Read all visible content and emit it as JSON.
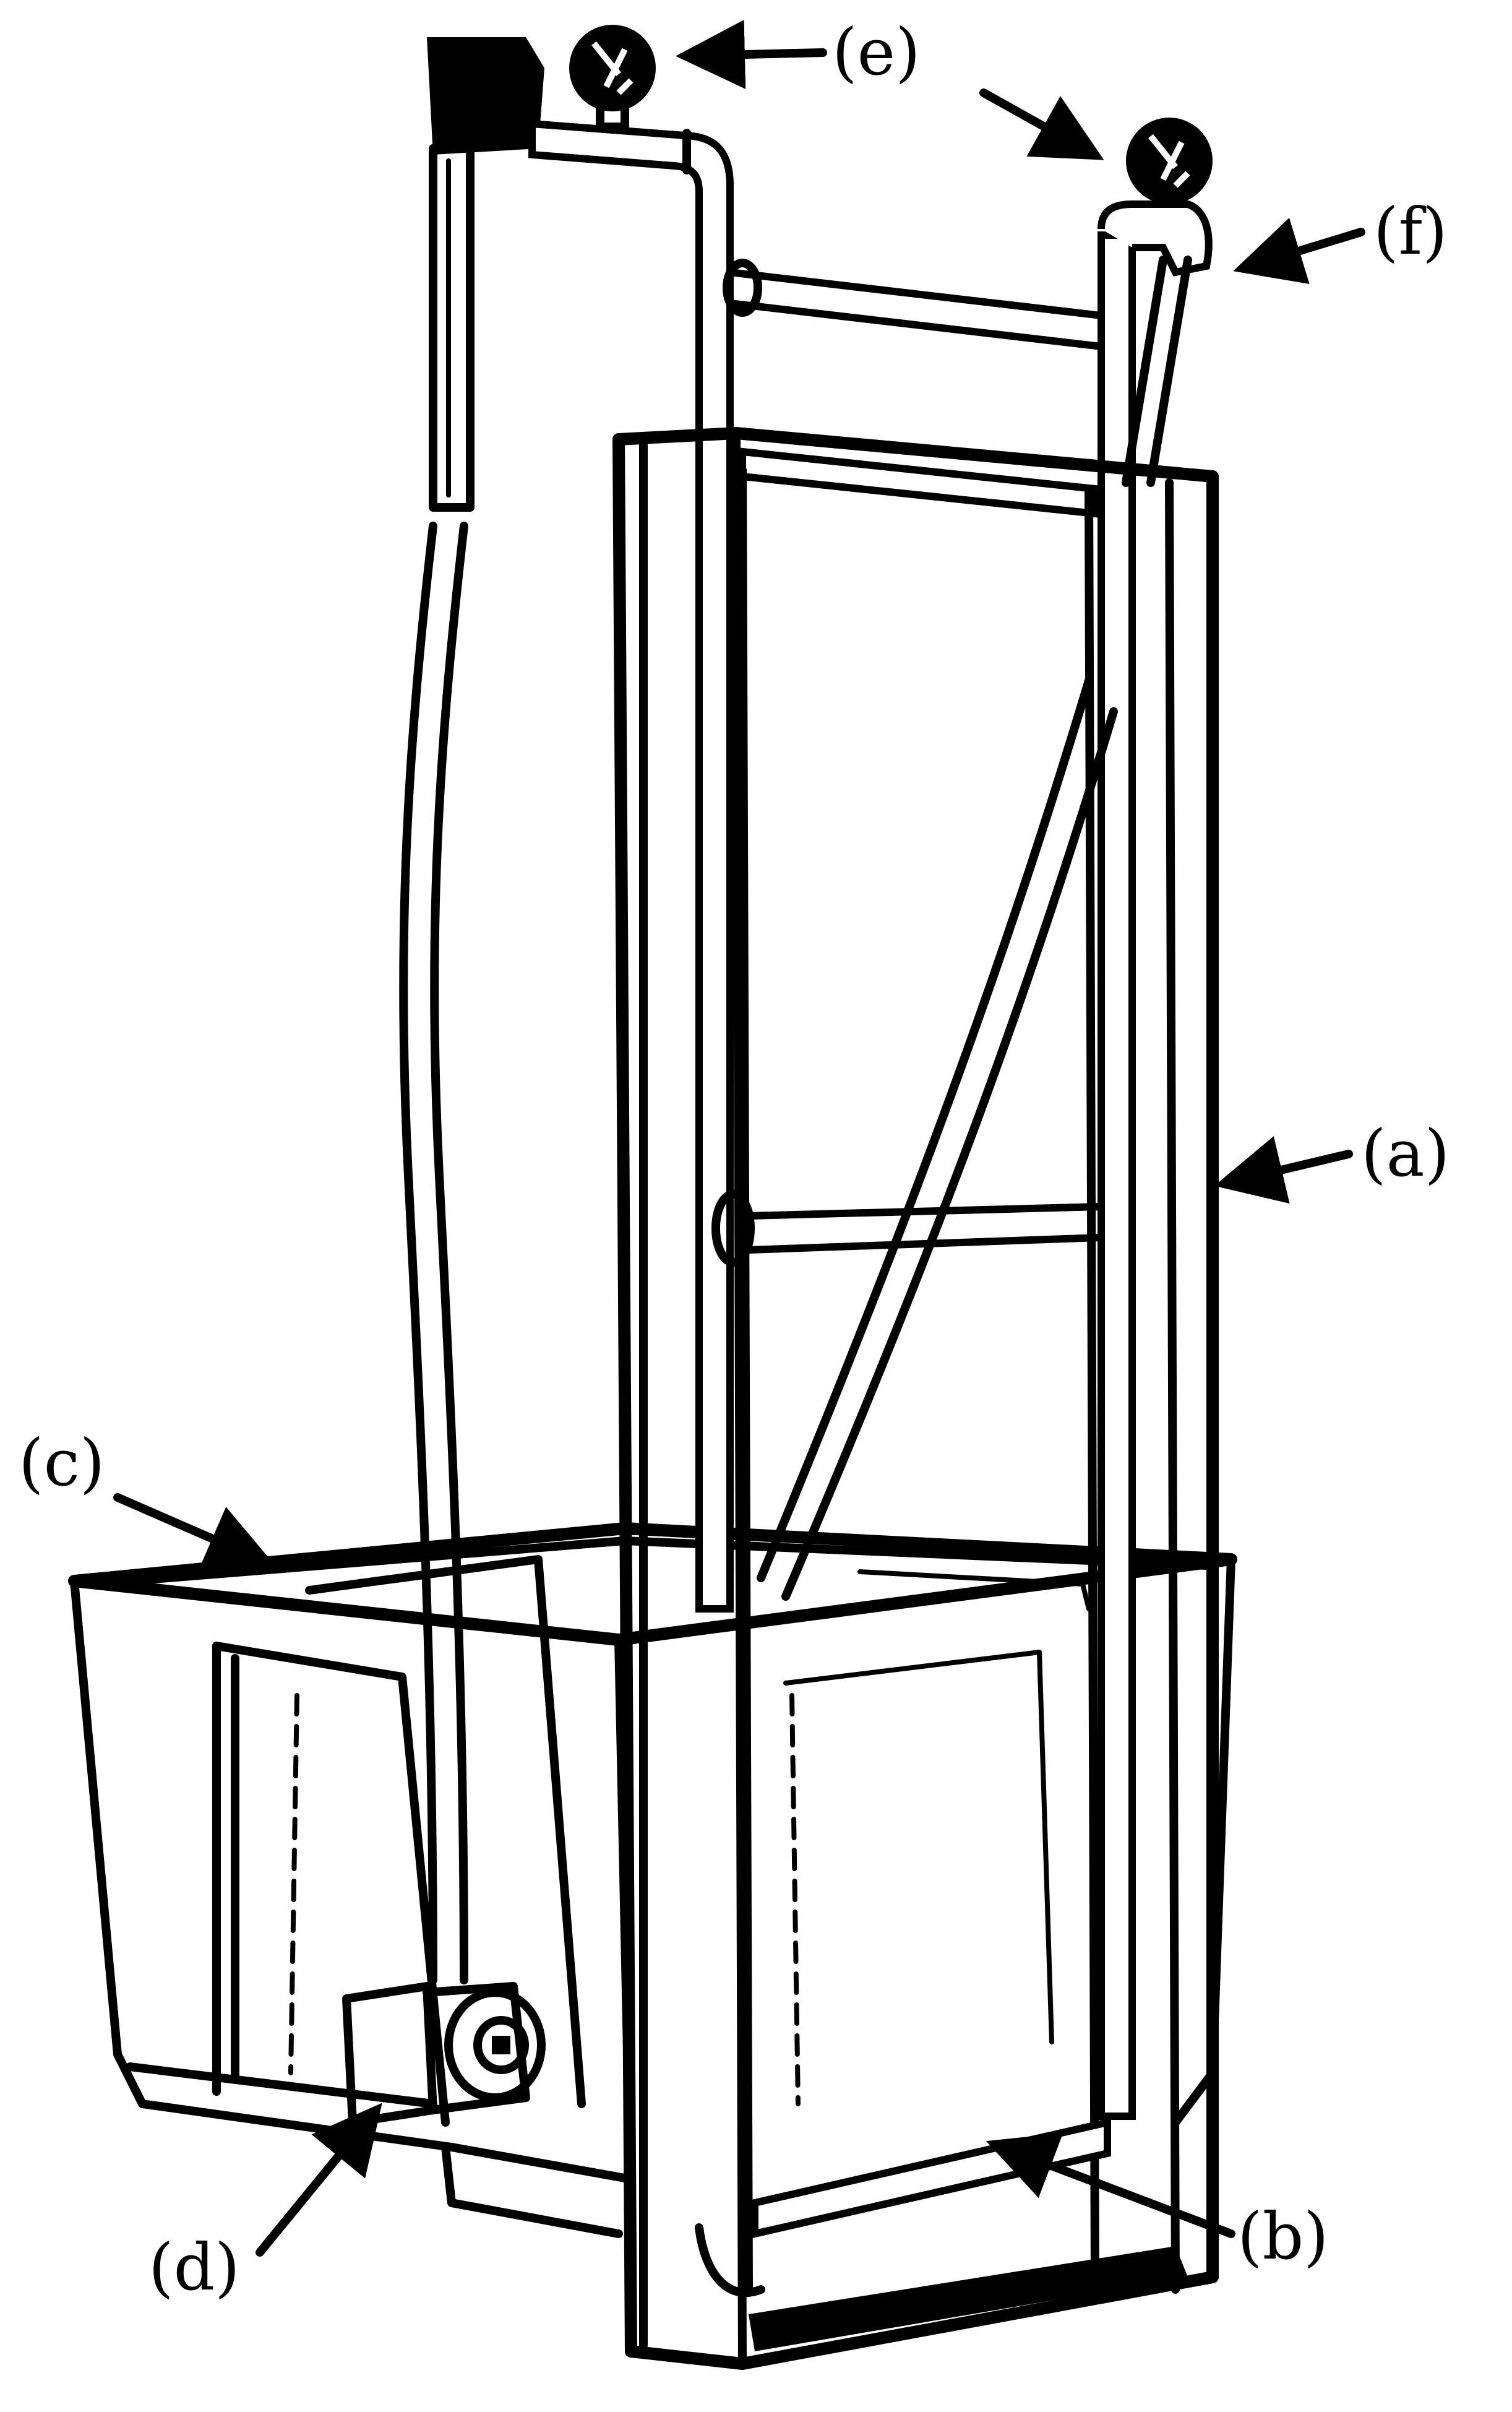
{
  "labels": {
    "a": "(a)",
    "b": "(b)",
    "c": "(c)",
    "d": "(d)",
    "e": "(e)",
    "f": "(f)"
  },
  "colors": {
    "ink": "#000000",
    "paper": "#ffffff"
  }
}
